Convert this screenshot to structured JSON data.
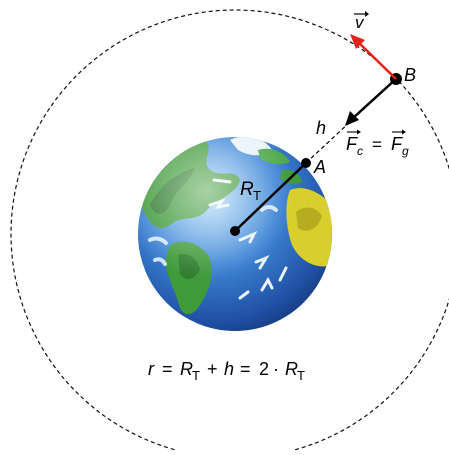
{
  "diagram": {
    "labels": {
      "point_a": "A",
      "point_b": "B",
      "velocity_symbol": "v",
      "altitude": "h",
      "radius_symbol": "R",
      "radius_subscript": "T",
      "force_c_symbol": "F",
      "force_c_subscript": "c",
      "equals": "=",
      "force_g_symbol": "F",
      "force_g_subscript": "g"
    },
    "formula": {
      "r": "r",
      "eq1": "=",
      "R": "R",
      "T": "T",
      "plus": "+",
      "h": "h",
      "eq2": "=",
      "two": "2",
      "dot": "·",
      "R2": "R",
      "T2": "T"
    },
    "colors": {
      "ocean": "#2b5fb8",
      "land": "#3f9a3a",
      "desert": "#d9cf2c",
      "ice": "#e8f3fb",
      "velocity_arrow": "#e2231a",
      "orbit": "#111111",
      "ink": "#000000"
    },
    "icons": [
      "earth-globe-icon",
      "velocity-arrow-icon",
      "force-arrow-icon"
    ]
  }
}
